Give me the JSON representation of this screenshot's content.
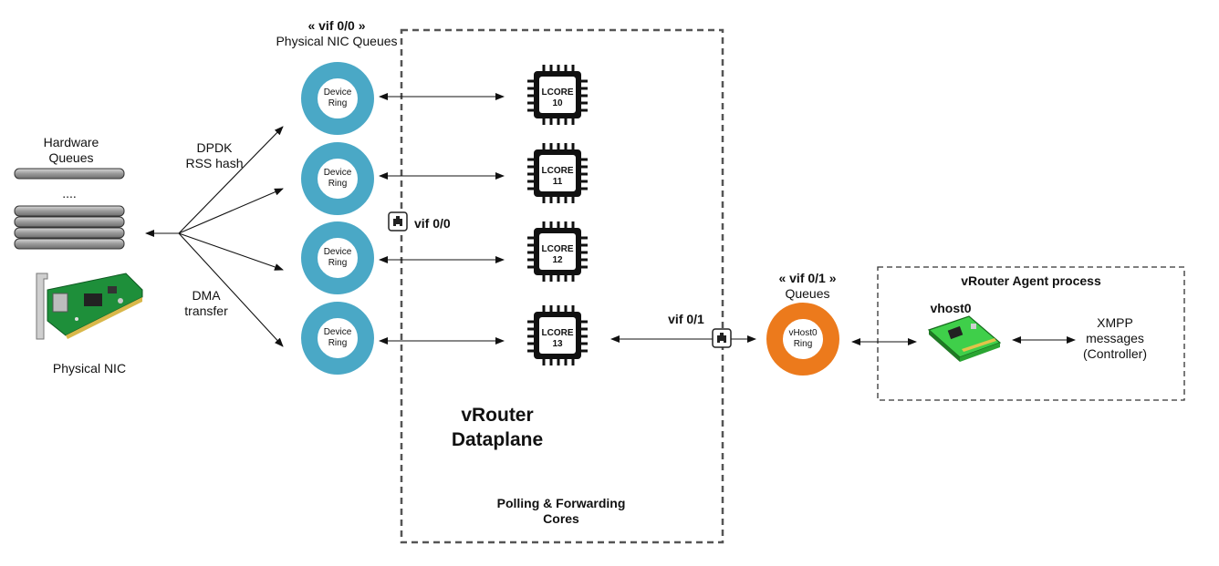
{
  "hardware": {
    "queues_label_line1": "Hardware",
    "queues_label_line2": "Queues",
    "ellipsis": "....",
    "nic_label": "Physical NIC"
  },
  "distribution": {
    "rss_line1": "DPDK",
    "rss_line2": "RSS hash",
    "dma_line1": "DMA",
    "dma_line2": "transfer"
  },
  "physical_queues": {
    "vif_title": "« vif 0/0 »",
    "subtitle": "Physical NIC Queues",
    "rings": [
      {
        "line1": "Device",
        "line2": "Ring"
      },
      {
        "line1": "Device",
        "line2": "Ring"
      },
      {
        "line1": "Device",
        "line2": "Ring"
      },
      {
        "line1": "Device",
        "line2": "Ring"
      }
    ],
    "port_label": "vif 0/0"
  },
  "dataplane": {
    "title_line1": "vRouter",
    "title_line2": "Dataplane",
    "cores": [
      {
        "label": "LCORE",
        "number": "10"
      },
      {
        "label": "LCORE",
        "number": "11"
      },
      {
        "label": "LCORE",
        "number": "12"
      },
      {
        "label": "LCORE",
        "number": "13"
      }
    ],
    "caption_line1": "Polling & Forwarding",
    "caption_line2": "Cores",
    "vhost_port_label": "vif 0/1"
  },
  "vhost_queue": {
    "vif_title": "« vif 0/1 »",
    "subtitle": "Queues",
    "ring_line1": "vHost0",
    "ring_line2": "Ring"
  },
  "agent": {
    "title": "vRouter Agent process",
    "interface_label": "vhost0",
    "xmpp_line1": "XMPP",
    "xmpp_line2": "messages",
    "xmpp_line3": "(Controller)"
  },
  "colors": {
    "device_ring": "#4aa8c6",
    "vhost_ring": "#ec7a1c",
    "queue_pipe": "#9a9a9a",
    "nic_board": "#1e8f3a",
    "vhost_card": "#3fcf4a"
  }
}
